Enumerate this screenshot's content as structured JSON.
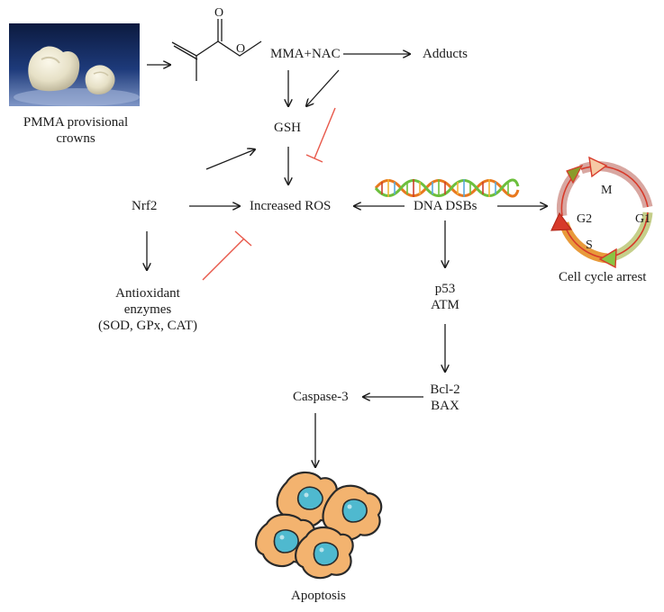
{
  "photo": {
    "caption_line1": "PMMA provisional",
    "caption_line2": "crowns"
  },
  "molecule": {
    "oxygen1": "O",
    "oxygen2": "O"
  },
  "nodes": {
    "mma_nac": "MMA+NAC",
    "adducts": "Adducts",
    "gsh": "GSH",
    "nrf2": "Nrf2",
    "increased_ros": "Increased ROS",
    "dna_dsbs": "DNA DSBs",
    "antioxidant_line1": "Antioxidant",
    "antioxidant_line2": "enzymes",
    "antioxidant_line3": "(SOD, GPx, CAT)",
    "p53": "p53",
    "atm": "ATM",
    "bcl2": "Bcl-2",
    "bax": "BAX",
    "caspase3": "Caspase-3",
    "apoptosis": "Apoptosis",
    "cell_cycle_arrest": "Cell cycle arrest"
  },
  "cell_cycle": {
    "phase_m": "M",
    "phase_g1": "G1",
    "phase_g2": "G2",
    "phase_s": "S"
  },
  "colors": {
    "arrow": "#1b1b1b",
    "inhibition": "#e8584a",
    "dna_orange": "#e8781e",
    "dna_green": "#6cbf3c",
    "cell_fill": "#f3b36f",
    "nucleus": "#4fb9cf"
  }
}
